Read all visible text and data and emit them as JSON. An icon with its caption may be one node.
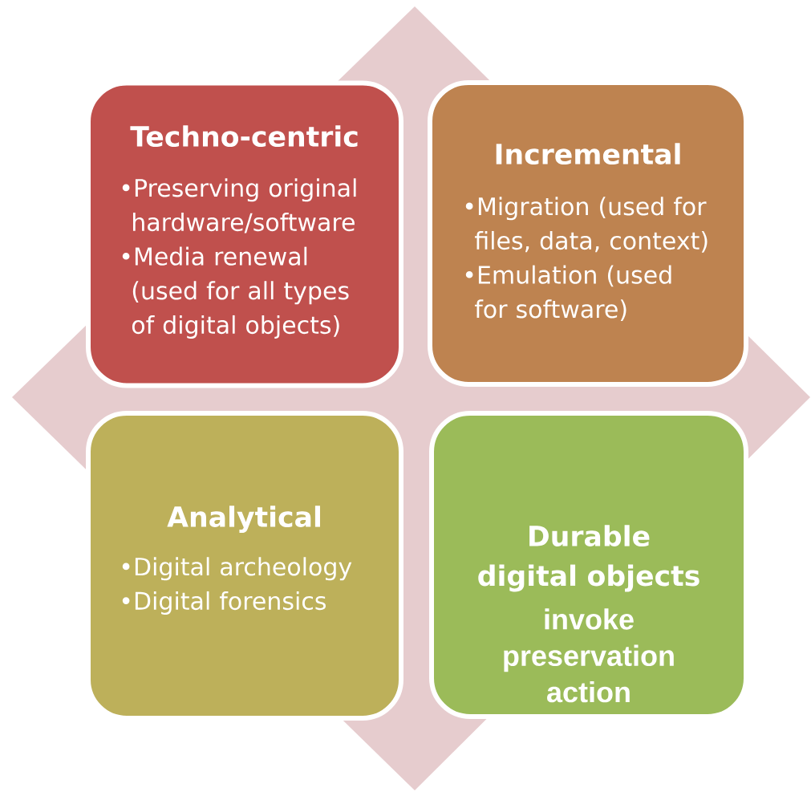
{
  "diagram": {
    "nodes": [
      {
        "text": [
          "Techno-centric",
          "•Preserving original hardware/software",
          "•Media renewal (used for all types of digital objects)"
        ]
      },
      {
        "text": [
          "Incremental",
          "•Migration (used for files, data, context)",
          "•Emulation (used for software)"
        ]
      },
      {
        "text": [
          "Analytical",
          "•Digital  archeology",
          "•Digital  forensics"
        ]
      },
      {
        "text": [
          "Durable digital objects",
          "invoke preservation action"
        ]
      }
    ]
  }
}
